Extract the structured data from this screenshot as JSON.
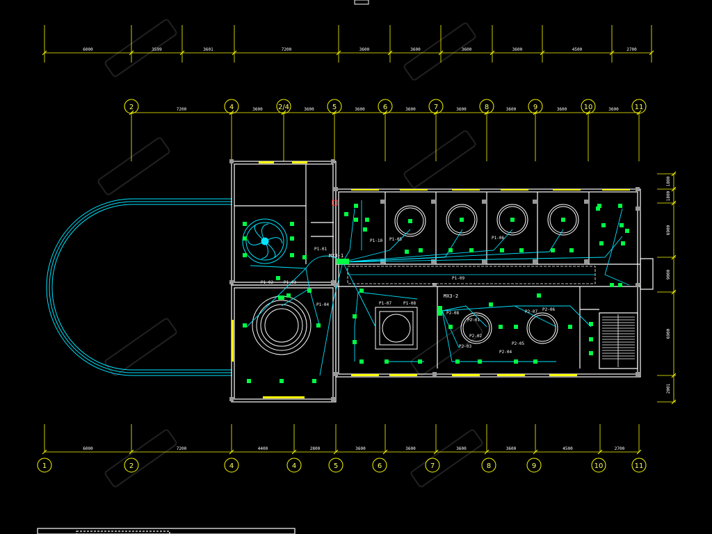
{
  "drawing": {
    "colors": {
      "background": "#000000",
      "wall": "#ffffff",
      "dimension": "#ffff00",
      "cyan": "#00e5ff",
      "green": "#00ff44",
      "window": "#ffff00",
      "gray": "#9a9a9a",
      "red": "#ff3030"
    },
    "grid_top": [
      "2",
      "4",
      "2/4",
      "5",
      "6",
      "7",
      "8",
      "9",
      "10",
      "11"
    ],
    "grid_bottom": [
      "1",
      "2",
      "4",
      "4",
      "5",
      "6",
      "7",
      "8",
      "9",
      "10",
      "11"
    ],
    "dims_top_row1": [
      "6000",
      "3599",
      "3601",
      "7200",
      "3600",
      "3600",
      "3600",
      "3600",
      "4500",
      "2700"
    ],
    "dims_top_row2": [
      "7200",
      "3600",
      "3600",
      "3600",
      "3600",
      "3600",
      "3600",
      "3600",
      "3600"
    ],
    "dims_bottom": [
      "6000",
      "7200",
      "4400",
      "2800",
      "3600",
      "3600",
      "3600",
      "3600",
      "4500",
      "2700"
    ],
    "dims_right": [
      "1800",
      "1800",
      "6900",
      "9000",
      "6900",
      "2001"
    ],
    "panels": [
      "MX3-1",
      "MX3-2"
    ],
    "circuit_labels": [
      "P1-01",
      "P1-02",
      "P1-03",
      "P1-04",
      "P1-05",
      "P1-06",
      "P1-07",
      "P1-08",
      "P1-09",
      "P1-10",
      "P2-01",
      "P2-02",
      "P2-03",
      "P2-04",
      "P2-05",
      "P2-06",
      "P2-07",
      "P2-08"
    ],
    "watermark_icons": [
      "watermark-logo-icon"
    ]
  }
}
